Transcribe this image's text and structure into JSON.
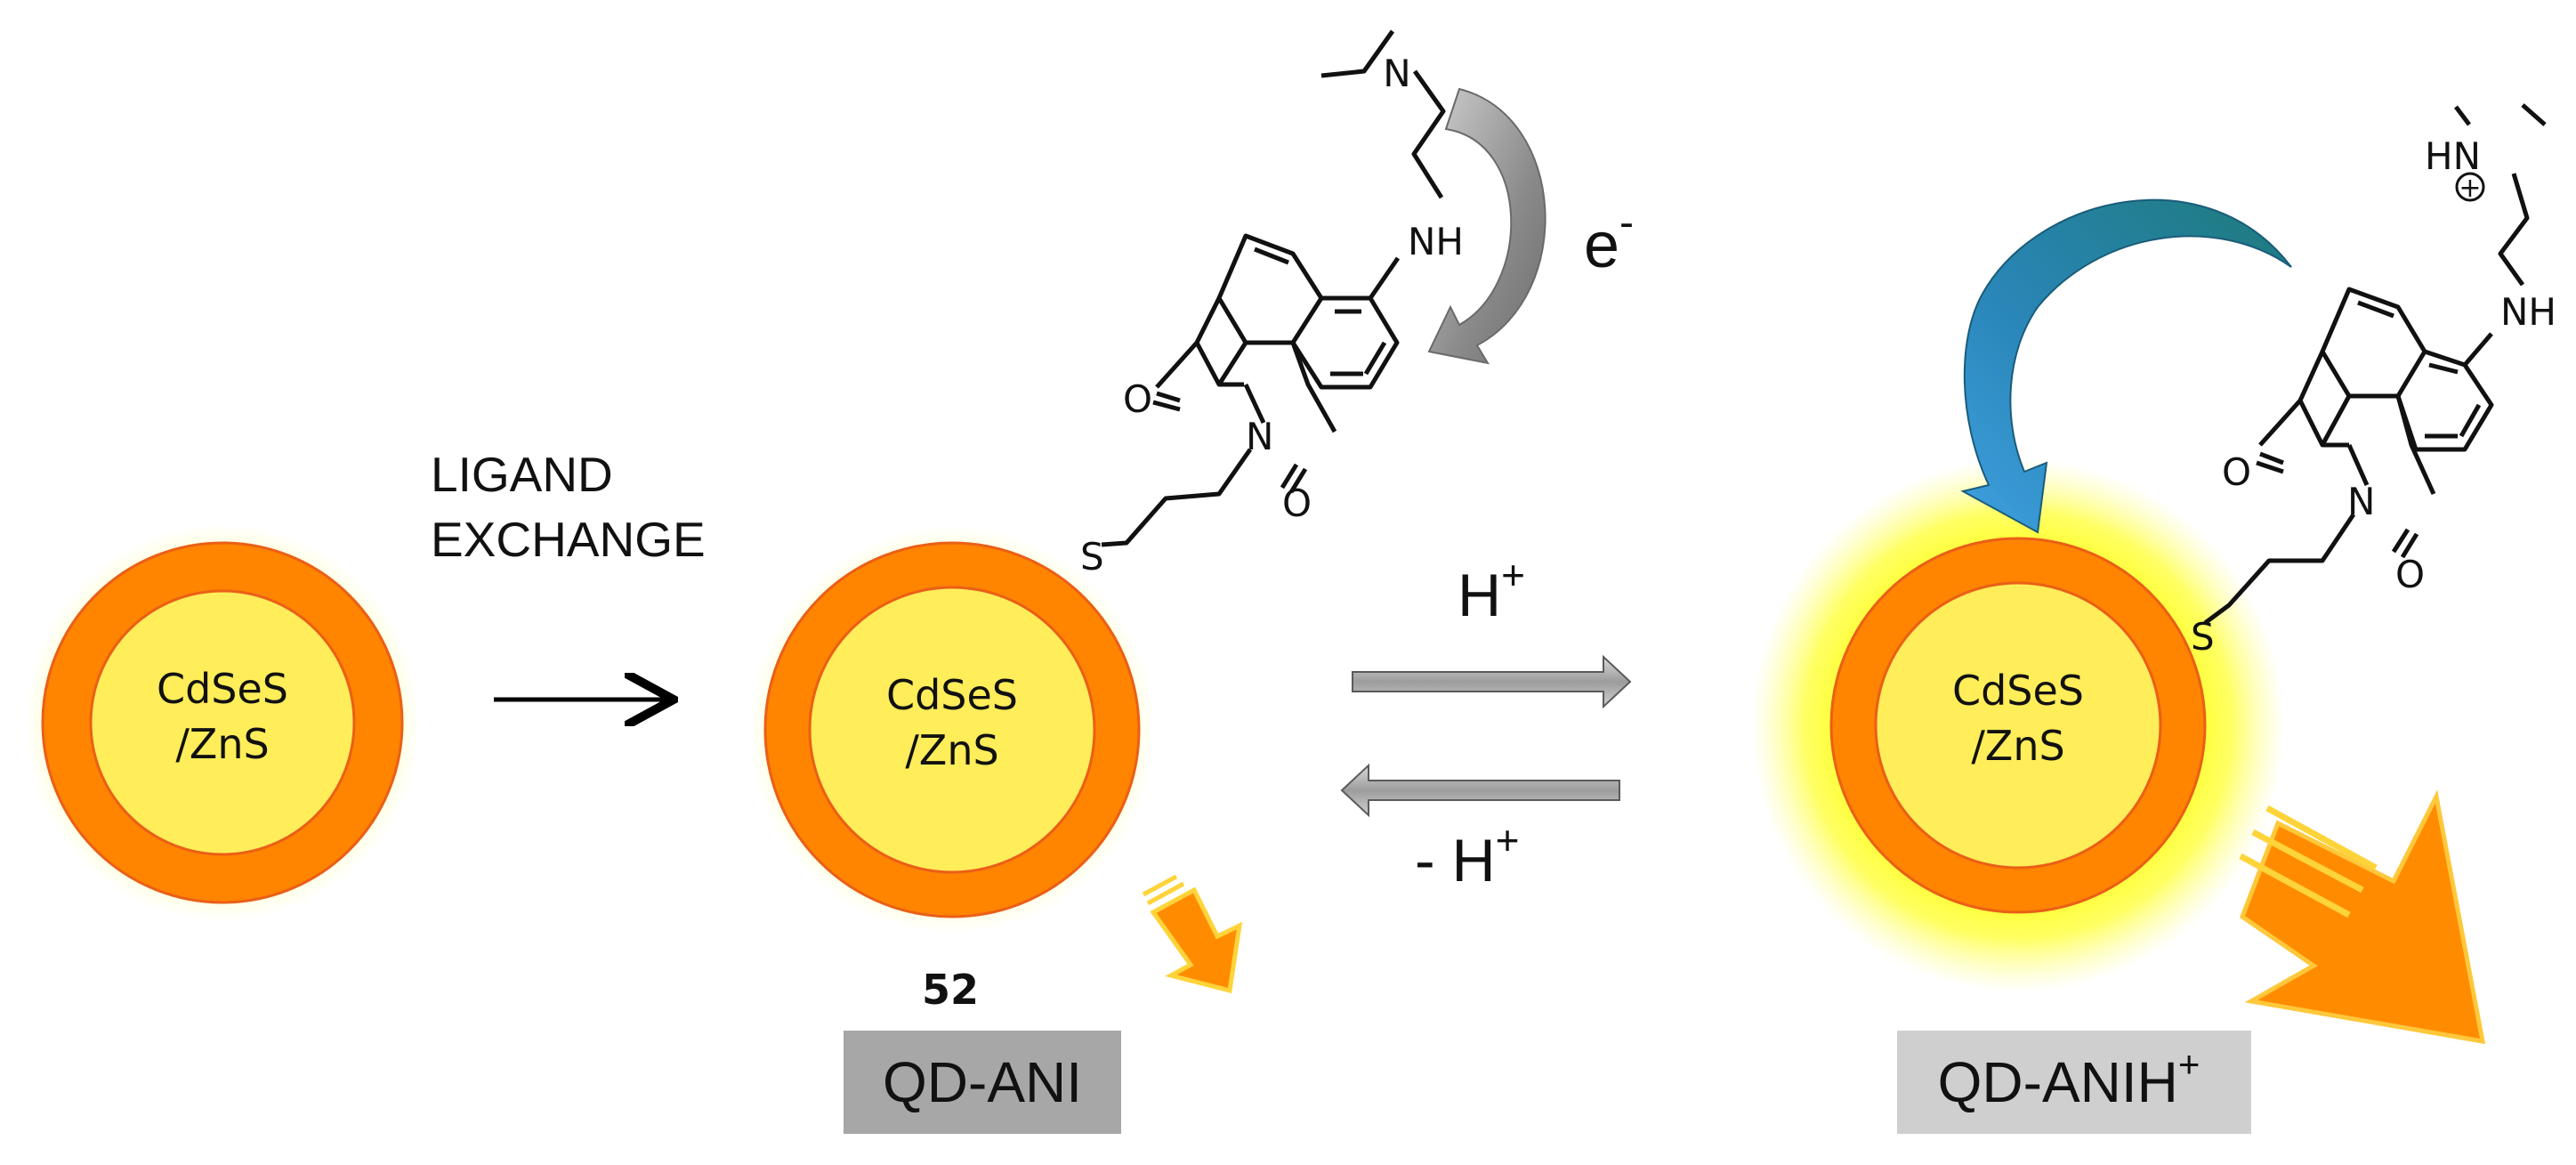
{
  "qd1": {
    "line1": "CdSeS",
    "line2": "/ZnS"
  },
  "qd2": {
    "line1": "CdSeS",
    "line2": "/ZnS"
  },
  "qd3": {
    "line1": "CdSeS",
    "line2": "/ZnS"
  },
  "step1": {
    "line1": "LIGAND",
    "line2": "EXCHANGE"
  },
  "electron": {
    "base": "e",
    "sup": "-"
  },
  "protonate": {
    "base": "H",
    "sup": "+"
  },
  "deprotonate": {
    "base": "- H",
    "sup": "+"
  },
  "compound_number": "52",
  "label_left": "QD-ANI",
  "label_right": {
    "base": "QD-ANIH",
    "sup": "+"
  },
  "mol1": {
    "nh": "NH",
    "n_amine": "N",
    "n_imide": "N",
    "o_top": "O",
    "o_bottom": "O",
    "s": "S"
  },
  "mol2": {
    "hn_plus": "HN",
    "charge": "+",
    "nh": "NH",
    "n_imide": "N",
    "o_top": "O",
    "o_bottom": "O",
    "s": "S"
  },
  "colors": {
    "shell": "#ff8400",
    "shell_edge": "#ea5f17",
    "core": "#ffed59",
    "glow": "#ffff00",
    "gray_arrow": "#9a9a9a",
    "teal_arrow": "#1f7a93",
    "label_left_bg": "#a7a7a7",
    "label_right_bg": "#cfcfcf"
  }
}
